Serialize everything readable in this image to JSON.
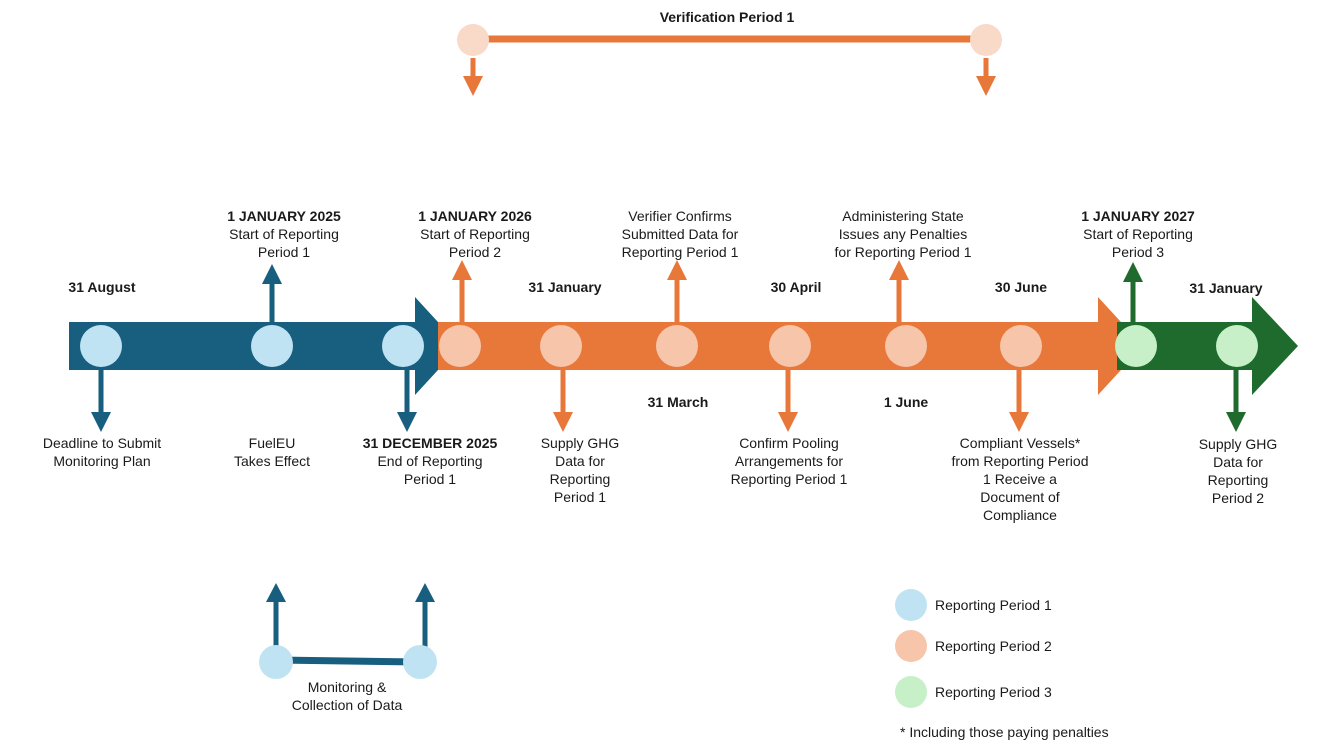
{
  "colors": {
    "blue": "#175e7f",
    "orange": "#e8773a",
    "green": "#1f6b2e",
    "blue_dot": "#bfe3f3",
    "orange_dot": "#f6c5aa",
    "green_dot": "#c7f0c8"
  },
  "verification": {
    "title": "Verification Period 1"
  },
  "monitoring": {
    "label": "Monitoring &\nCollection of Data"
  },
  "dates_top": [
    {
      "text": "31 August"
    },
    {
      "text": "31 January"
    },
    {
      "text": "30 April"
    },
    {
      "text": "30 June"
    },
    {
      "text": "31 January"
    }
  ],
  "dates_bottom": [
    {
      "text": "31 March"
    },
    {
      "text": "1 June"
    }
  ],
  "events_top": [
    {
      "date": "1 JANUARY 2025",
      "text": "Start of Reporting\nPeriod 1"
    },
    {
      "date": "1 JANUARY 2026",
      "text": "Start of Reporting\nPeriod 2"
    },
    {
      "date": "",
      "text": "Verifier Confirms\nSubmitted Data for\nReporting Period 1"
    },
    {
      "date": "",
      "text": "Administering State\nIssues any Penalties\nfor Reporting Period 1"
    },
    {
      "date": "1 JANUARY 2027",
      "text": "Start of Reporting\nPeriod 3"
    }
  ],
  "events_bottom": [
    {
      "date": "",
      "text": "Deadline to Submit\nMonitoring Plan"
    },
    {
      "date": "",
      "text": "FuelEU\nTakes Effect"
    },
    {
      "date": "31 DECEMBER 2025",
      "text": "End of Reporting\nPeriod 1"
    },
    {
      "date": "",
      "text": "Supply GHG\nData for\nReporting\nPeriod 1"
    },
    {
      "date": "",
      "text": "Confirm Pooling\nArrangements for\nReporting Period 1"
    },
    {
      "date": "",
      "text": "Compliant Vessels*\nfrom Reporting Period\n1 Receive a\nDocument of\nCompliance"
    },
    {
      "date": "",
      "text": "Supply GHG\nData for\nReporting\nPeriod 2"
    }
  ],
  "legend": [
    {
      "label": "Reporting Period 1",
      "color": "#bfe3f3"
    },
    {
      "label": "Reporting Period 2",
      "color": "#f6c5aa"
    },
    {
      "label": "Reporting Period 3",
      "color": "#c7f0c8"
    }
  ],
  "note": "* Including those paying penalties"
}
